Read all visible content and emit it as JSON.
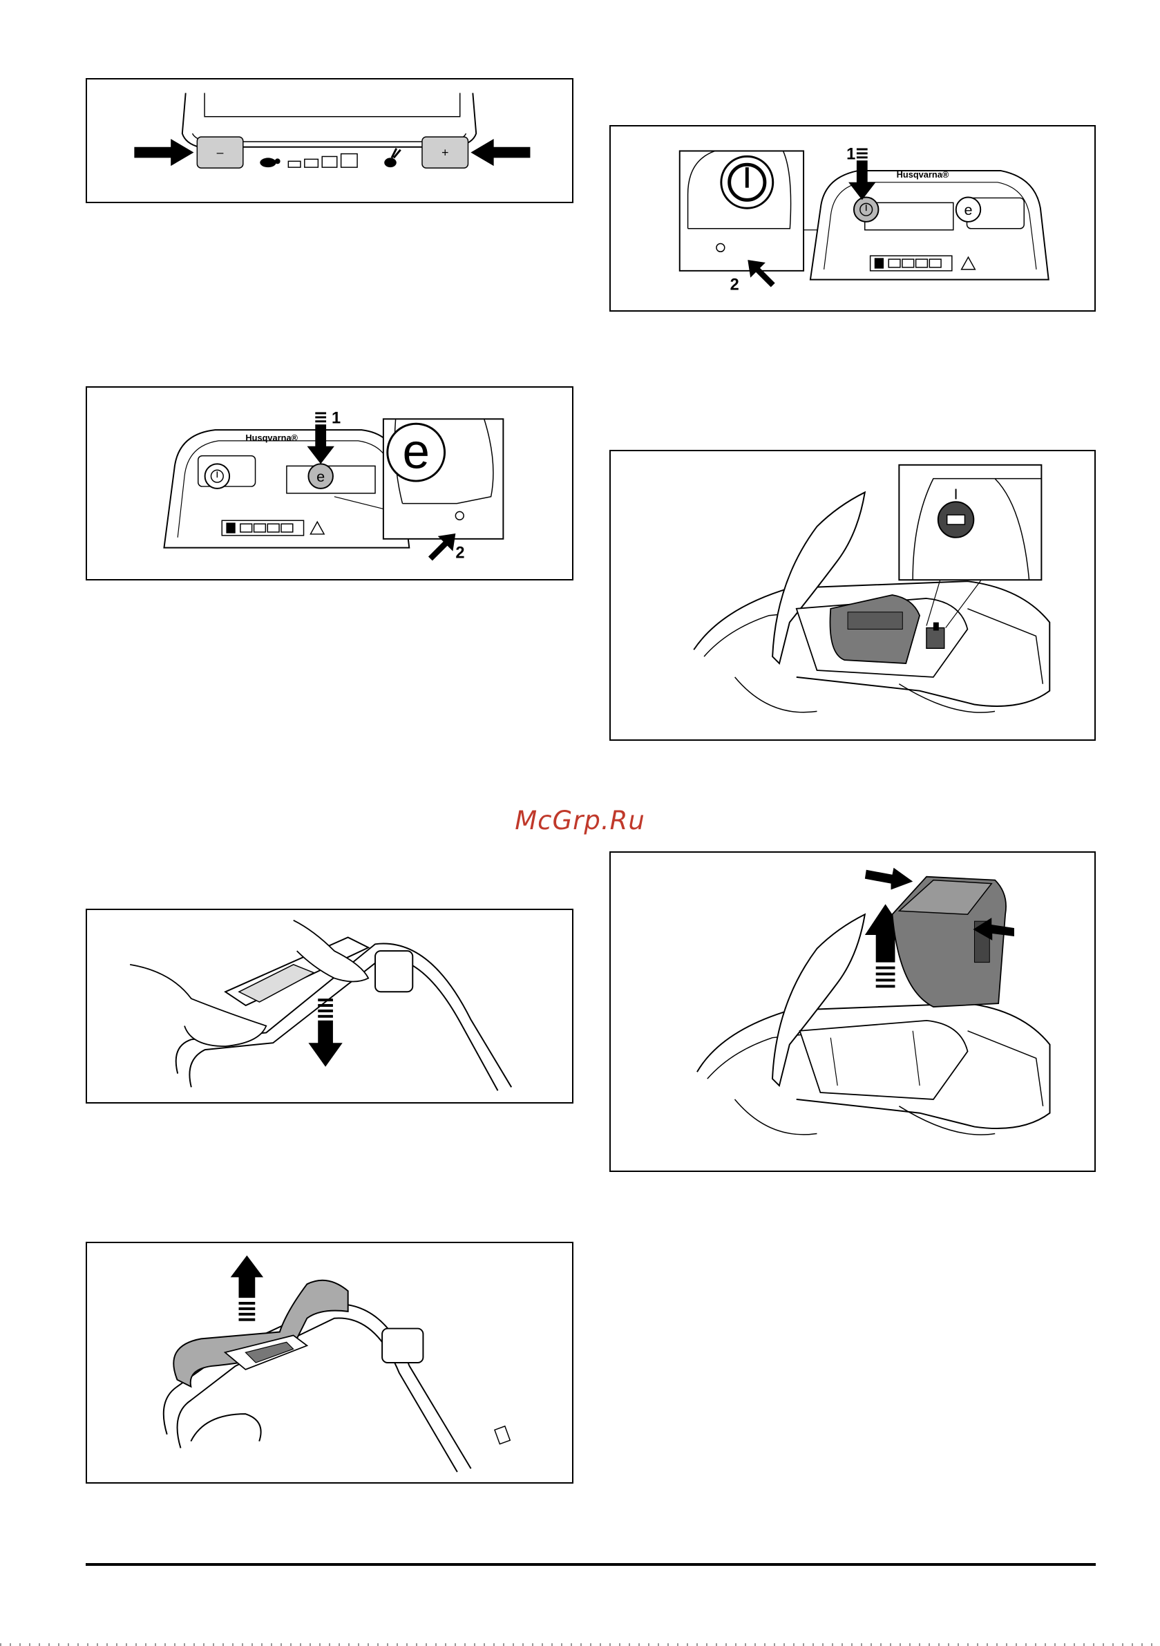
{
  "watermark": {
    "text": "McGrp.Ru"
  },
  "figures": {
    "speed_panel": {
      "minus_label": "–",
      "plus_label": "+"
    },
    "power_panel": {
      "callout_1": "1",
      "callout_2": "2",
      "brand": "Husqvarna®"
    },
    "eco_panel": {
      "callout_1": "1",
      "callout_2": "2",
      "brand": "Husqvarna®"
    }
  }
}
